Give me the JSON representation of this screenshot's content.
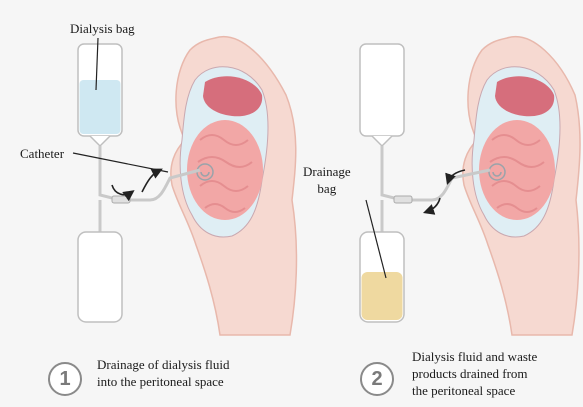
{
  "labels": {
    "dialysis_bag": "Dialysis bag",
    "catheter": "Catheter",
    "drainage_bag_line1": "Drainage",
    "drainage_bag_line2": "bag"
  },
  "steps": [
    {
      "number": "1",
      "caption_line1": "Drainage of dialysis fluid",
      "caption_line2": "into the peritoneal space"
    },
    {
      "number": "2",
      "caption_line1": "Dialysis fluid and waste",
      "caption_line2": "products drained from",
      "caption_line3": "the peritoneal space"
    }
  ],
  "colors": {
    "dialysis_fluid": "#cfe8f2",
    "waste_fluid": "#efd9a0",
    "skin": "#f6d9d1",
    "skin_edge": "#e8b8ac",
    "cavity": "#dfeef4",
    "organ": "#f2a7a6",
    "liver": "#d66e7c"
  }
}
